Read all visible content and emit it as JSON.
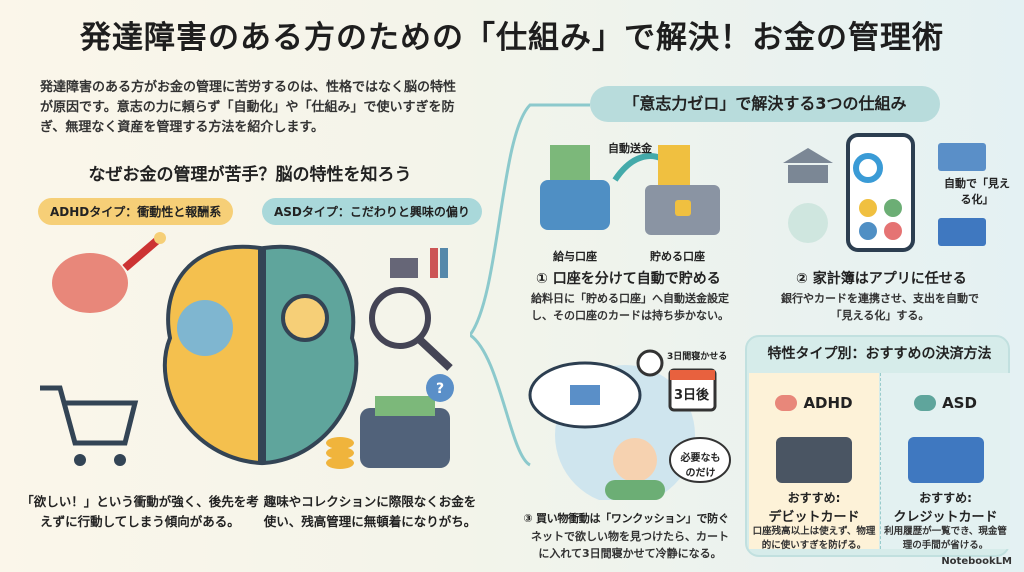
{
  "title": "発達障害のある方のための「仕組み」で解決！お金の管理術",
  "intro": "発達障害のある方がお金の管理に苦労するのは、性格ではなく脳の特性が原因です。意志の力に頼らず「自動化」や「仕組み」で使いすぎを防ぎ、無理なく資産を管理する方法を紹介します。",
  "left": {
    "heading": "なぜお金の管理が苦手？脳の特性を知ろう",
    "adhd_pill": "ADHDタイプ：衝動性と報酬系",
    "asd_pill": "ASDタイプ：こだわりと興味の偏り",
    "adhd_caption": "「欲しい！」という衝動が強く、後先を考えずに行動してしまう傾向がある。",
    "asd_caption": "趣味やコレクションに際限なくお金を使い、残高管理に無頓着になりがち。",
    "asd_bubble": "?"
  },
  "right": {
    "heading": "「意志力ゼロ」で解決する3つの仕組み",
    "step1": {
      "auto_label": "自動送金",
      "from": "給与口座",
      "to": "貯める口座",
      "title": "① 口座を分けて自動で貯める",
      "desc": "給料日に「貯める口座」へ自動送金設定し、その口座のカードは持ち歩かない。"
    },
    "step2": {
      "visual_label": "自動で「見える化」",
      "title": "② 家計簿はアプリに任せる",
      "desc": "銀行やカードを連携させ、支出を自動で「見える化」する。"
    },
    "step3": {
      "timer_label": "3日間寝かせる",
      "calendar": "3日後",
      "bubble": "必要なものだけ",
      "title": "③ 買い物衝動は「ワンクッション」で防ぐ",
      "desc": "ネットで欲しい物を見つけたら、カートに入れて3日間寝かせて冷静になる。"
    },
    "panel": {
      "title": "特性タイプ別：おすすめの決済方法",
      "adhd": {
        "label": "ADHD",
        "rec": "おすすめ:",
        "card": "デビットカード",
        "desc": "口座残高以上は使えず、物理的に使いすぎを防げる。"
      },
      "asd": {
        "label": "ASD",
        "rec": "おすすめ:",
        "card": "クレジットカード",
        "desc": "利用履歴が一覧でき、現金管理の手間が省ける。"
      }
    }
  },
  "footer": {
    "brand": "NotebookLM"
  },
  "colors": {
    "adhd": "#f6cf77",
    "asd": "#a9d8da",
    "teal": "#b8dcdc"
  }
}
